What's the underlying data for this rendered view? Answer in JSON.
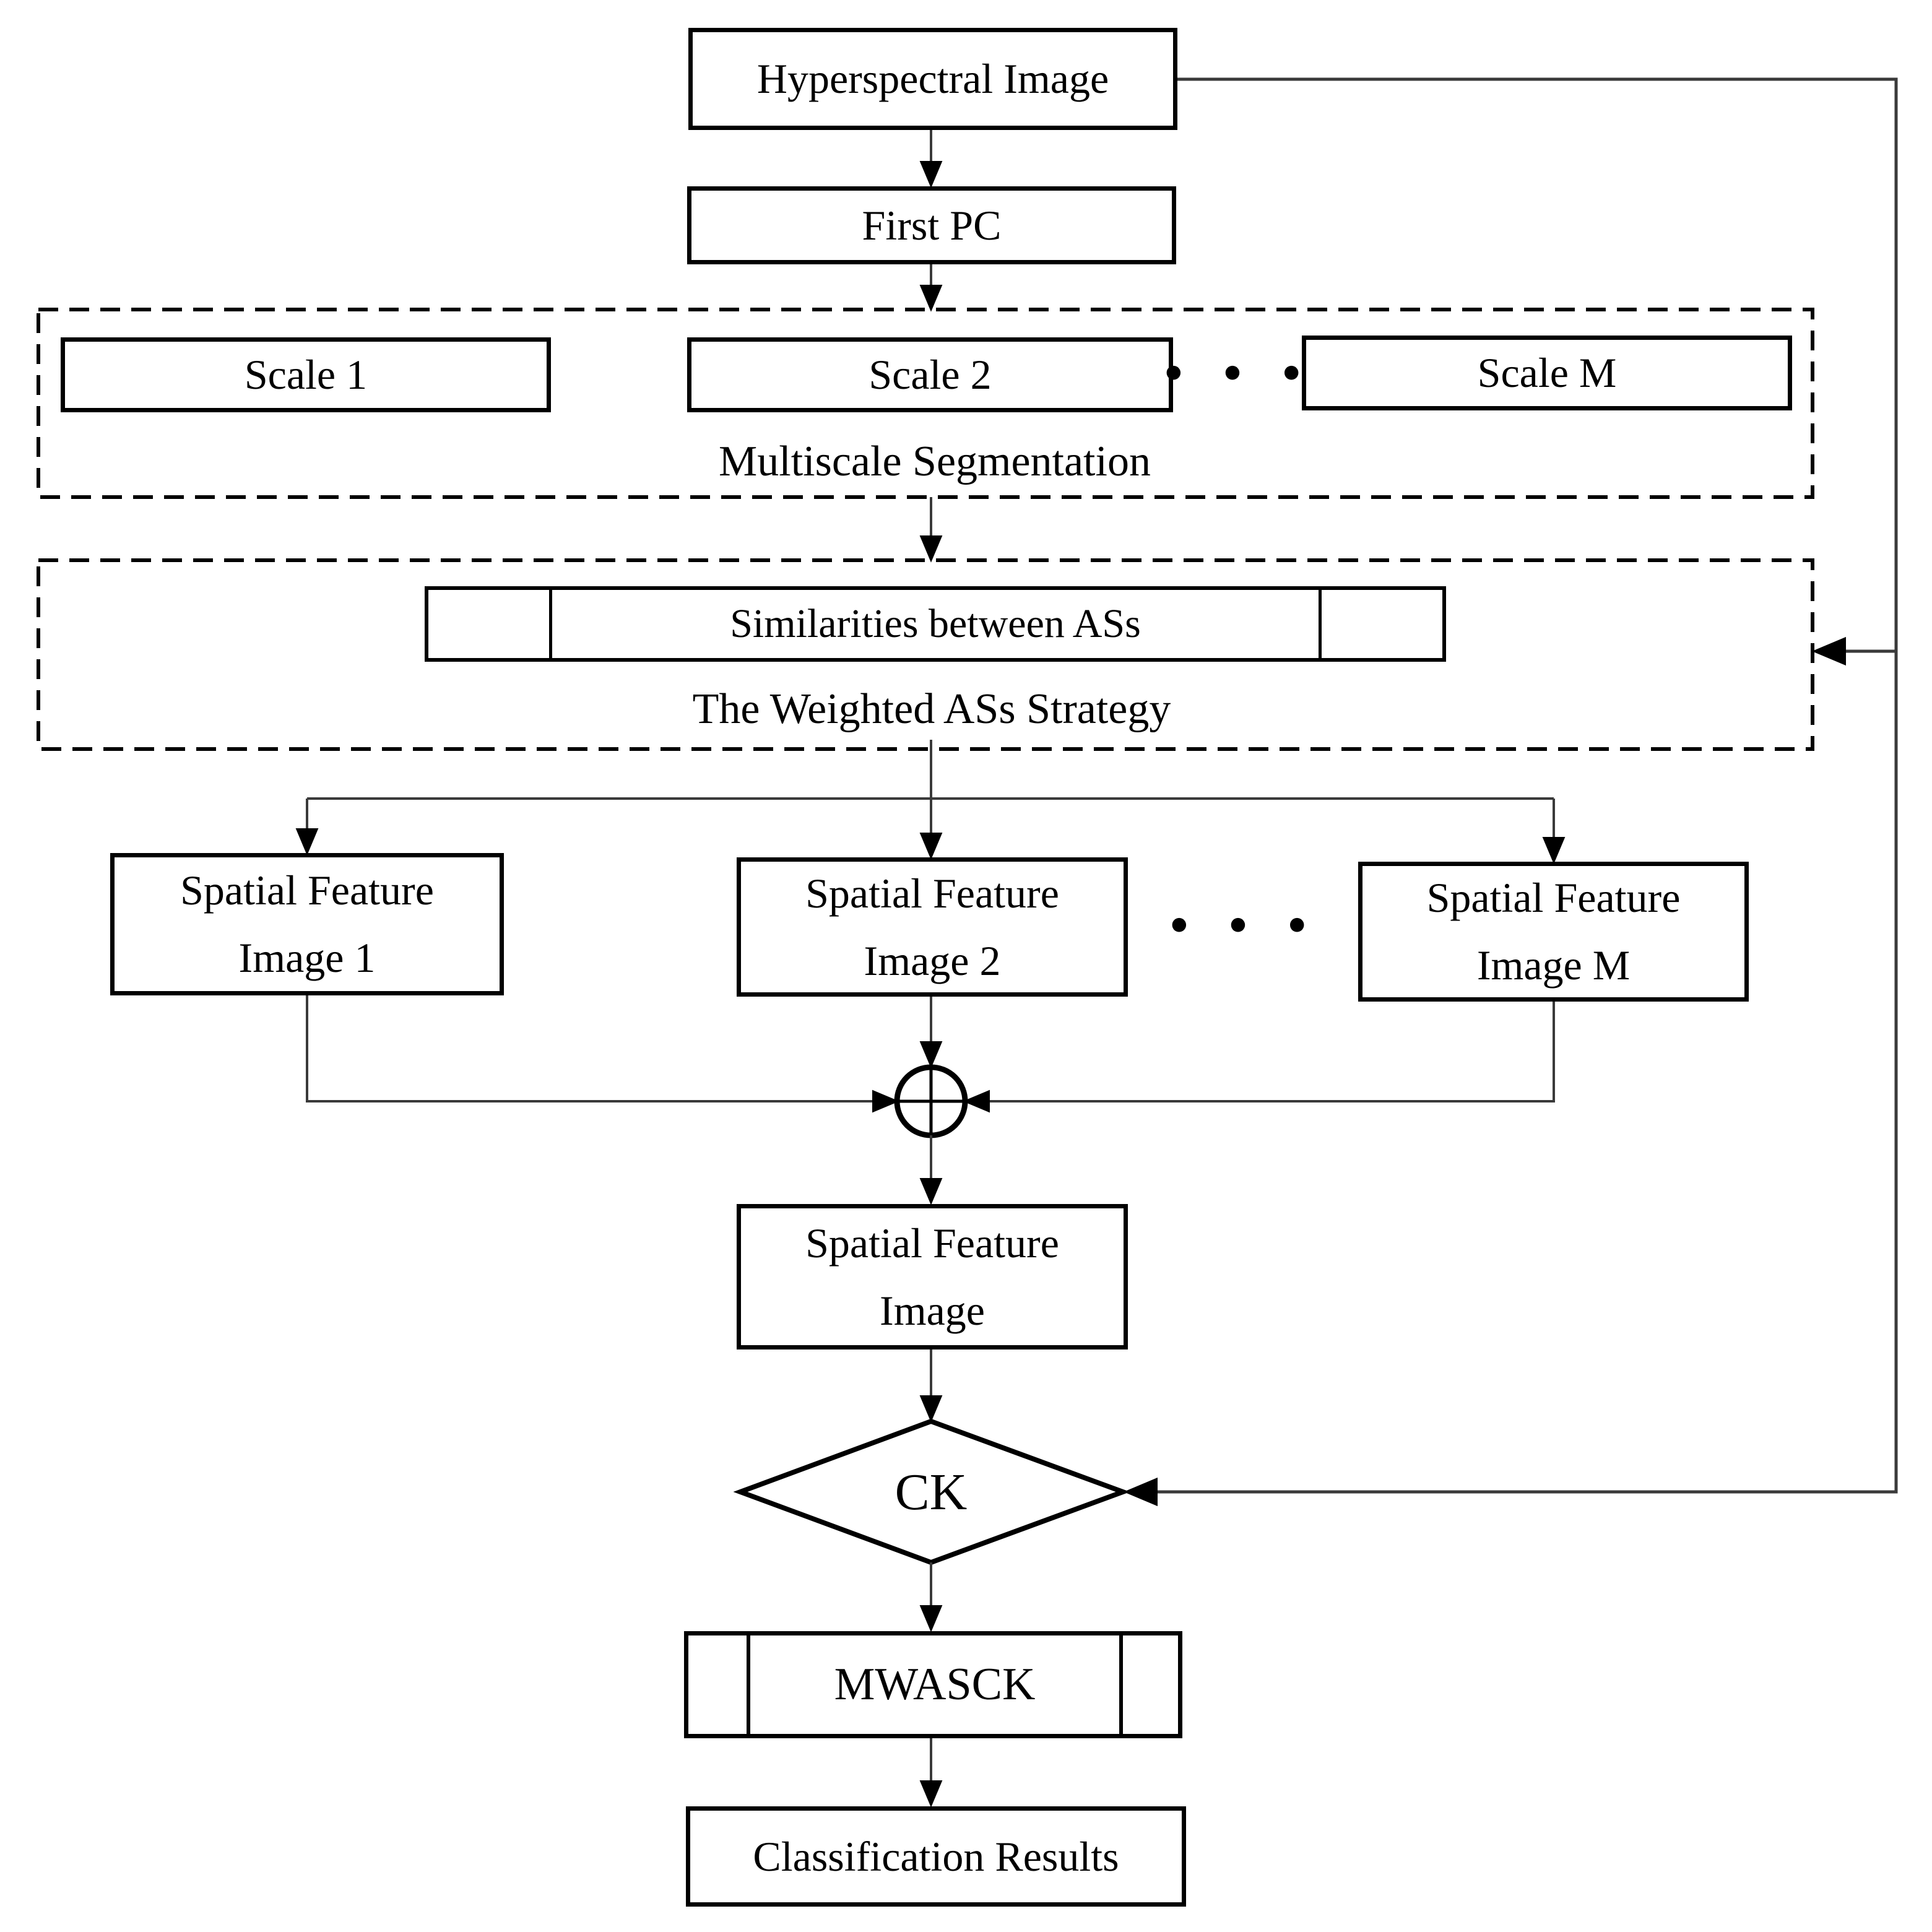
{
  "nodes": {
    "hyperspectral": {
      "label": "Hyperspectral Image"
    },
    "first_pc": {
      "label": "First PC"
    },
    "scale_1": {
      "label": "Scale 1"
    },
    "scale_2": {
      "label": "Scale 2"
    },
    "scale_m": {
      "label": "Scale M"
    },
    "similarities": {
      "label": "Similarities between ASs"
    },
    "spatial_1": {
      "line1": "Spatial Feature",
      "line2": "Image 1"
    },
    "spatial_2": {
      "line1": "Spatial Feature",
      "line2": "Image 2"
    },
    "spatial_m": {
      "line1": "Spatial Feature",
      "line2": "Image M"
    },
    "spatial_combined": {
      "line1": "Spatial Feature",
      "line2": "Image"
    },
    "ck": {
      "label": "CK"
    },
    "mwasck": {
      "label": "MWASCK"
    },
    "classification": {
      "label": "Classification Results"
    }
  },
  "captions": {
    "multiscale": "Multiscale Segmentation",
    "weighted": "The Weighted ASs Strategy"
  },
  "ellipsis": "• • •",
  "colors": {
    "ink": "#000000",
    "line": "#3a3a3a",
    "paper": "#ffffff"
  }
}
